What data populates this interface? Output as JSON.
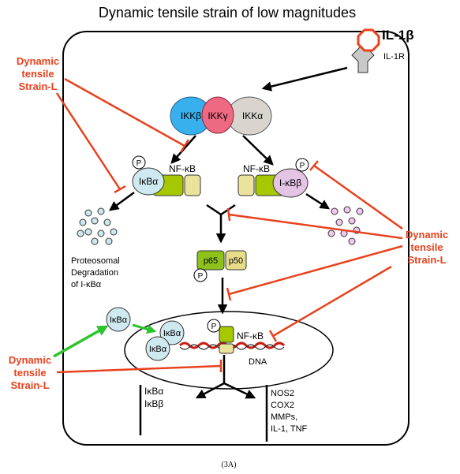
{
  "title": "Dynamic tensile strain of low magnitudes",
  "caption": "(3A)",
  "ligand": {
    "name": "IL-1β",
    "receptor": "IL-1R"
  },
  "ikk_complex": [
    "IKKβ",
    "IKKγ",
    "IKKα"
  ],
  "left_complex": {
    "inhibitor": "IκBα",
    "partner": "NF-κB",
    "phospho": "P"
  },
  "right_complex": {
    "inhibitor": "I-κBβ",
    "partner": "NF-κB",
    "phospho": "P"
  },
  "degradation_label": [
    "Proteosomal",
    "Degradation",
    "of I-κBα"
  ],
  "dimer": {
    "p65": "p65",
    "p50": "p50",
    "phospho": "P"
  },
  "strain_labels": {
    "top_left": [
      "Dynamic",
      "tensile",
      "Strain-L"
    ],
    "right": [
      "Dynamic",
      "tensile",
      "Strain-L"
    ],
    "bottom_left": [
      "Dynamic",
      "tensile",
      "Strain-L"
    ]
  },
  "nucleus": {
    "ikba_cyto": "IκBα",
    "ikba_nuc_1": "IκBα",
    "ikba_nuc_2": "IκBα",
    "nfkb": "NF-κB",
    "phospho": "P",
    "dna": "DNA"
  },
  "outputs": {
    "left": [
      "IκBα",
      "IκBβ"
    ],
    "right": [
      "NOS2",
      "COX2",
      "MMPs,",
      "IL-1, TNF"
    ]
  },
  "colors": {
    "inhibition_red": "#e8421e",
    "activation_green": "#2ec42e",
    "ikk_blue": "#39b0ee",
    "ikk_pink": "#ee6a82",
    "ikk_gray": "#d9d4cd",
    "ikb_light_blue": "#cfe9f1",
    "ikb_lilac": "#e4c4e4",
    "nfkb_green": "#a6c800",
    "nfkb_yellow": "#ebe39b",
    "p65_green": "#8ec21b",
    "p50_yellow": "#e8dc88",
    "degradation_teal": "#cde8ec",
    "degradation_pink": "#f2c6ee",
    "dna_red": "#c71e14"
  }
}
